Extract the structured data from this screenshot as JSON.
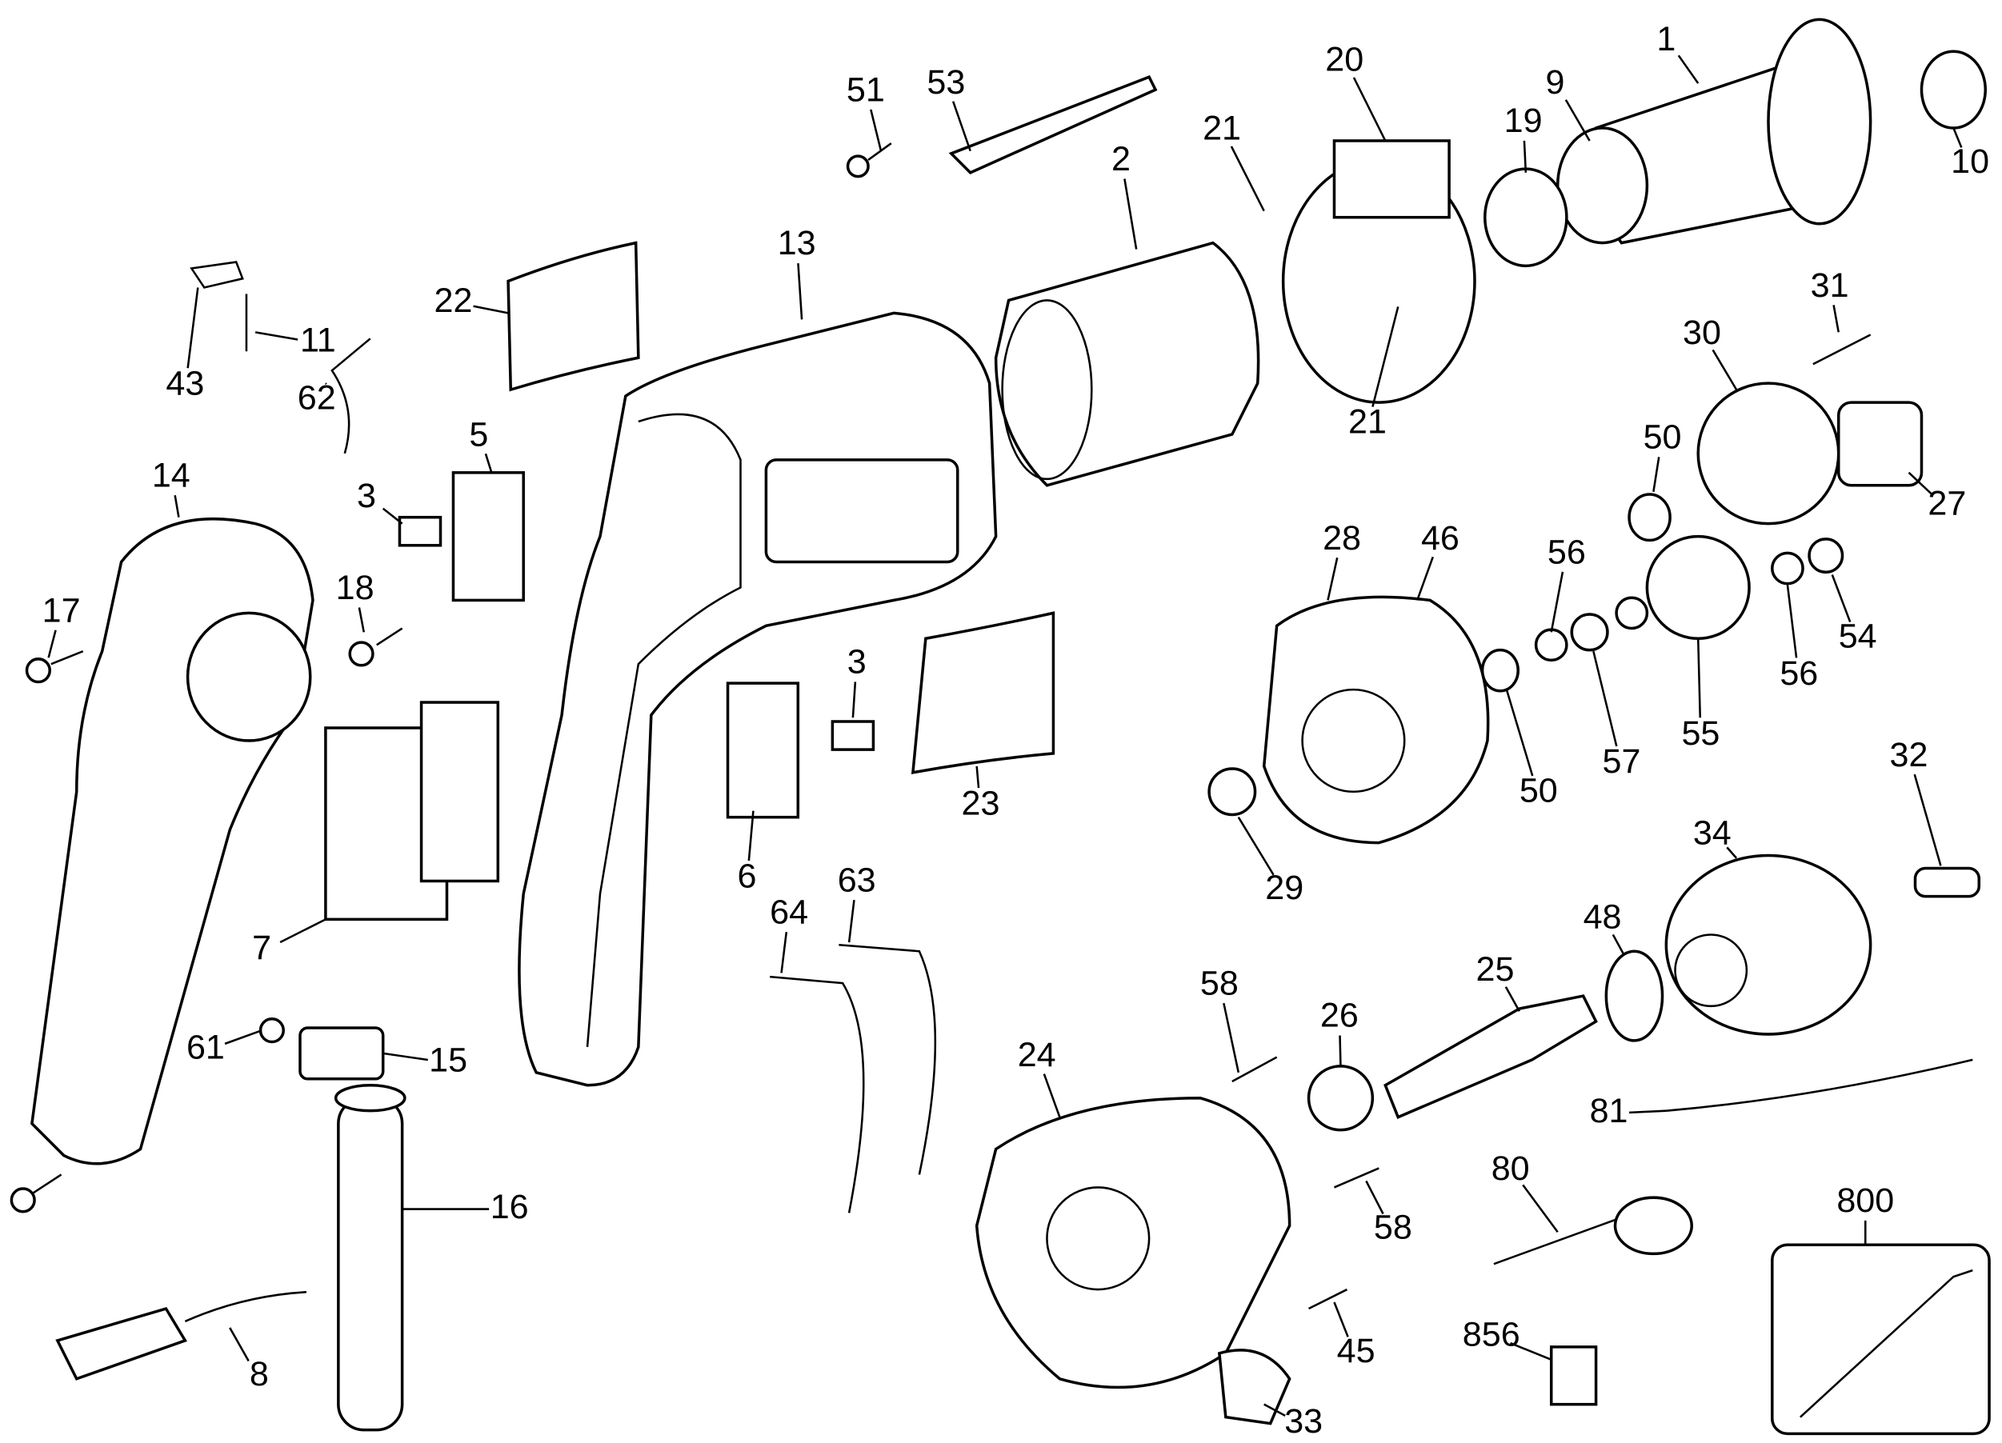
{
  "diagram": {
    "type": "exploded-parts-diagram",
    "labels": [
      "51",
      "53",
      "20",
      "1",
      "21",
      "19",
      "9",
      "10",
      "2",
      "13",
      "22",
      "43",
      "11",
      "62",
      "21",
      "31",
      "30",
      "50",
      "27",
      "5",
      "14",
      "3",
      "18",
      "28",
      "46",
      "56",
      "17",
      "3",
      "54",
      "56",
      "50",
      "57",
      "55",
      "23",
      "6",
      "64",
      "63",
      "29",
      "32",
      "34",
      "48",
      "25",
      "7",
      "61",
      "15",
      "58",
      "26",
      "24",
      "81",
      "16",
      "58",
      "80",
      "800",
      "8",
      "45",
      "856",
      "33"
    ]
  }
}
